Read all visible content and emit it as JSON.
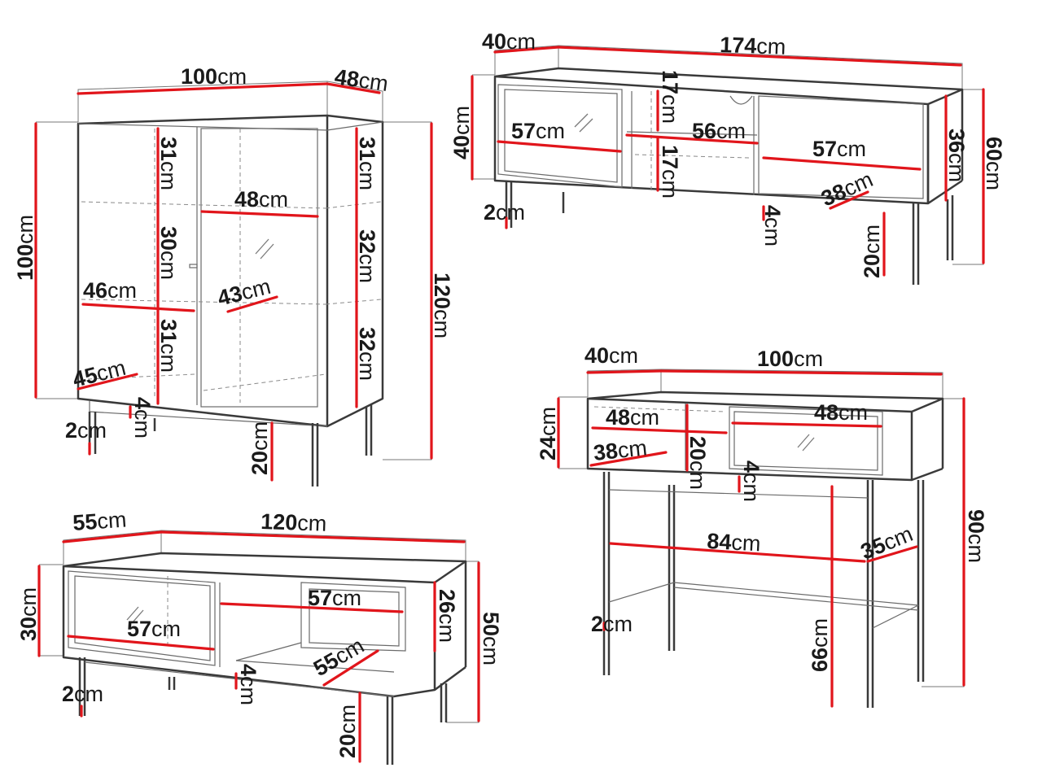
{
  "colors": {
    "measure_line": "#e1151b",
    "outline": "#3a3a3a",
    "text": "#1a1a1a"
  },
  "unit": "cm",
  "highboard": {
    "width": "100",
    "depth": "48",
    "height_body": "100",
    "height_total": "120",
    "shelf_top": "31",
    "shelf_mid": "30",
    "shelf_bottom": "31",
    "right_top": "31",
    "right_mid": "32",
    "right_bottom": "32",
    "door_width": "48",
    "inner_width": "46",
    "inner_depth_right": "43",
    "inner_depth_left": "45",
    "top_thickness": "2",
    "plinth": "4",
    "leg_height": "20"
  },
  "tv_stand": {
    "width": "174",
    "depth": "40",
    "height_body": "40",
    "height_total": "60",
    "door_left_width": "57",
    "middle_width": "56",
    "door_right_width": "57",
    "middle_top": "17",
    "middle_bottom": "17",
    "inner_depth": "38",
    "right_height": "36",
    "top_thickness": "2",
    "plinth": "4",
    "leg_height": "20"
  },
  "console": {
    "width": "100",
    "depth": "40",
    "height_body": "24",
    "height_total": "90",
    "left_width": "48",
    "right_width": "48",
    "inner_depth": "38",
    "drawer_height": "20",
    "frame_width": "84",
    "frame_depth": "35",
    "leg_inner_height": "66",
    "top_thickness": "2",
    "plinth": "4"
  },
  "coffee_table": {
    "width": "120",
    "depth": "55",
    "height_body": "30",
    "height_total": "50",
    "door_width": "57",
    "open_width": "57",
    "open_depth": "55",
    "open_height": "26",
    "top_thickness": "2",
    "plinth": "4",
    "leg_height": "20"
  }
}
